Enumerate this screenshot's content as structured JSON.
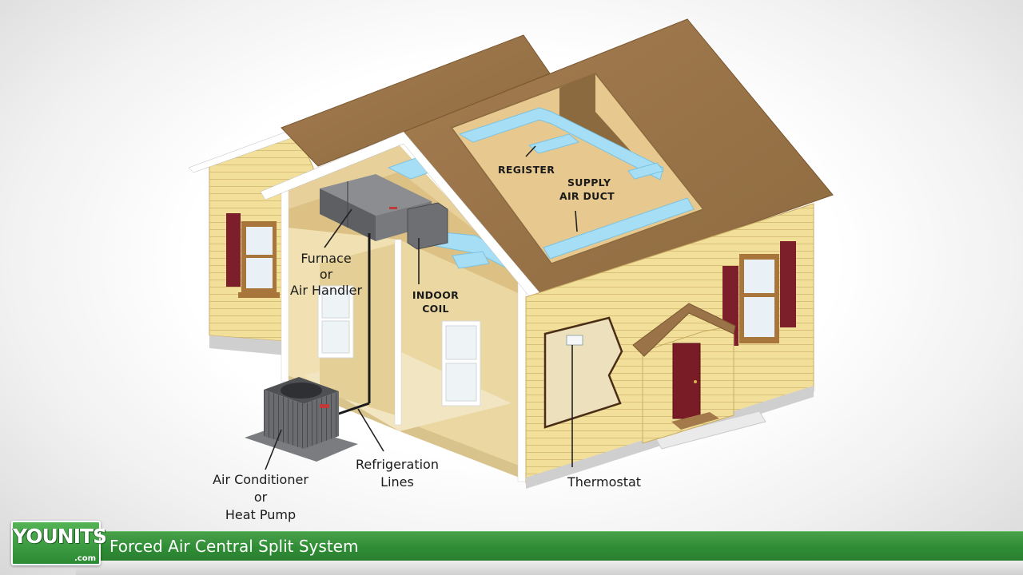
{
  "diagram": {
    "labels": {
      "register": "REGISTER",
      "supply_duct_1": "SUPPLY",
      "supply_duct_2": "AIR DUCT",
      "furnace_1": "Furnace",
      "furnace_2": "or",
      "furnace_3": "Air Handler",
      "indoor_coil_1": "INDOOR",
      "indoor_coil_2": "COIL",
      "refrigeration_1": "Refrigeration",
      "refrigeration_2": "Lines",
      "ac_1": "Air Conditioner",
      "ac_2": "or",
      "ac_3": "Heat Pump",
      "thermostat": "Thermostat"
    },
    "colors": {
      "roof": "#9a7448",
      "roof_edge": "#7a5730",
      "siding": "#f2df9a",
      "shutter": "#7d1f2a",
      "door": "#7a1c26",
      "duct": "#a6def5",
      "unit": "#5d5f63"
    }
  },
  "lower_third": {
    "logo_text": "YOUNITS",
    "logo_suffix": ".com",
    "title": "Forced Air Central Split System"
  }
}
